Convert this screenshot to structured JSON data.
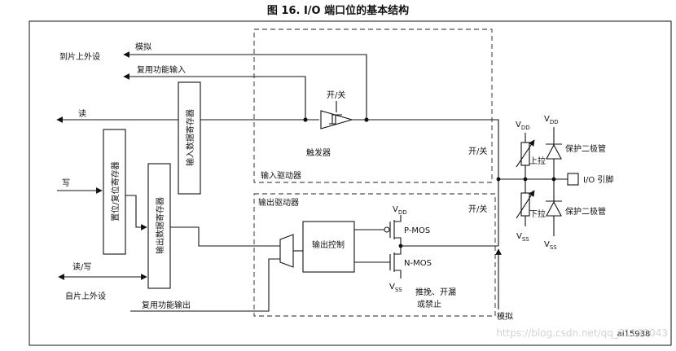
{
  "title": "图 16. I/O 端口位的基本结构",
  "labels": {
    "to_onchip_peripheral": "到片上外设",
    "analog_top": "模拟",
    "alt_input": "复用功能输入",
    "read": "读",
    "write": "写",
    "read_write": "读/写",
    "from_onchip_peripheral": "自片上外设",
    "alt_output": "复用功能输出",
    "switch_schmitt": "开/关",
    "trigger": "触发器",
    "input_driver": "输入驱动器",
    "output_driver": "输出驱动器",
    "output_control": "输出控制",
    "vdd_label": "V",
    "vdd_sub": "DD",
    "vss_label": "V",
    "vss_sub": "SS",
    "pmos": "P-MOS",
    "nmos": "N-MOS",
    "push_pull": "推挽、开漏",
    "or_disabled": "或禁止",
    "analog_bottom": "模拟",
    "switch_pullup": "开/关",
    "switch_pulldown": "开/关",
    "pullup": "上拉",
    "pulldown": "下拉",
    "protect_diode_top": "保护二极管",
    "protect_diode_bottom": "保护二极管",
    "io_pin": "I/O 引脚",
    "ref_code": "ai15938",
    "watermark": "https://blog.csdn.net/qq_21190043"
  },
  "registers": {
    "input_data": "输入数据寄存器",
    "bit_set_reset": "置位/复位寄存器",
    "output_data": "输出数据寄存器"
  }
}
